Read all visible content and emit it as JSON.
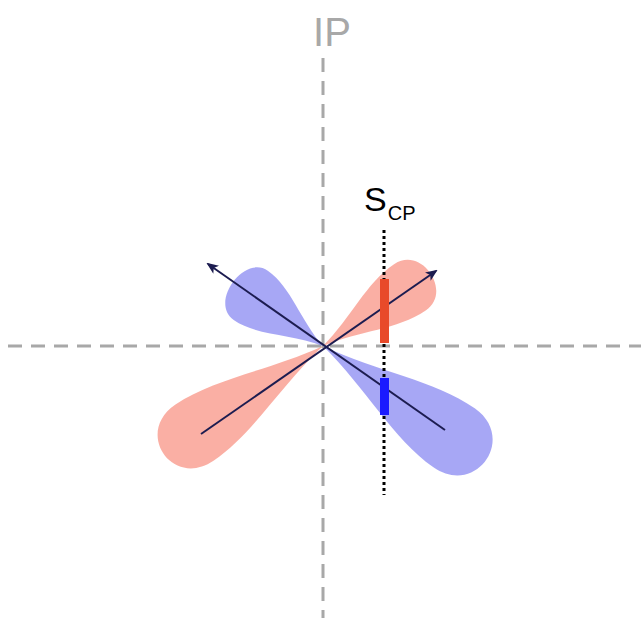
{
  "diagram": {
    "labels": [
      "IP",
      "S",
      "CP"
    ]
  }
}
